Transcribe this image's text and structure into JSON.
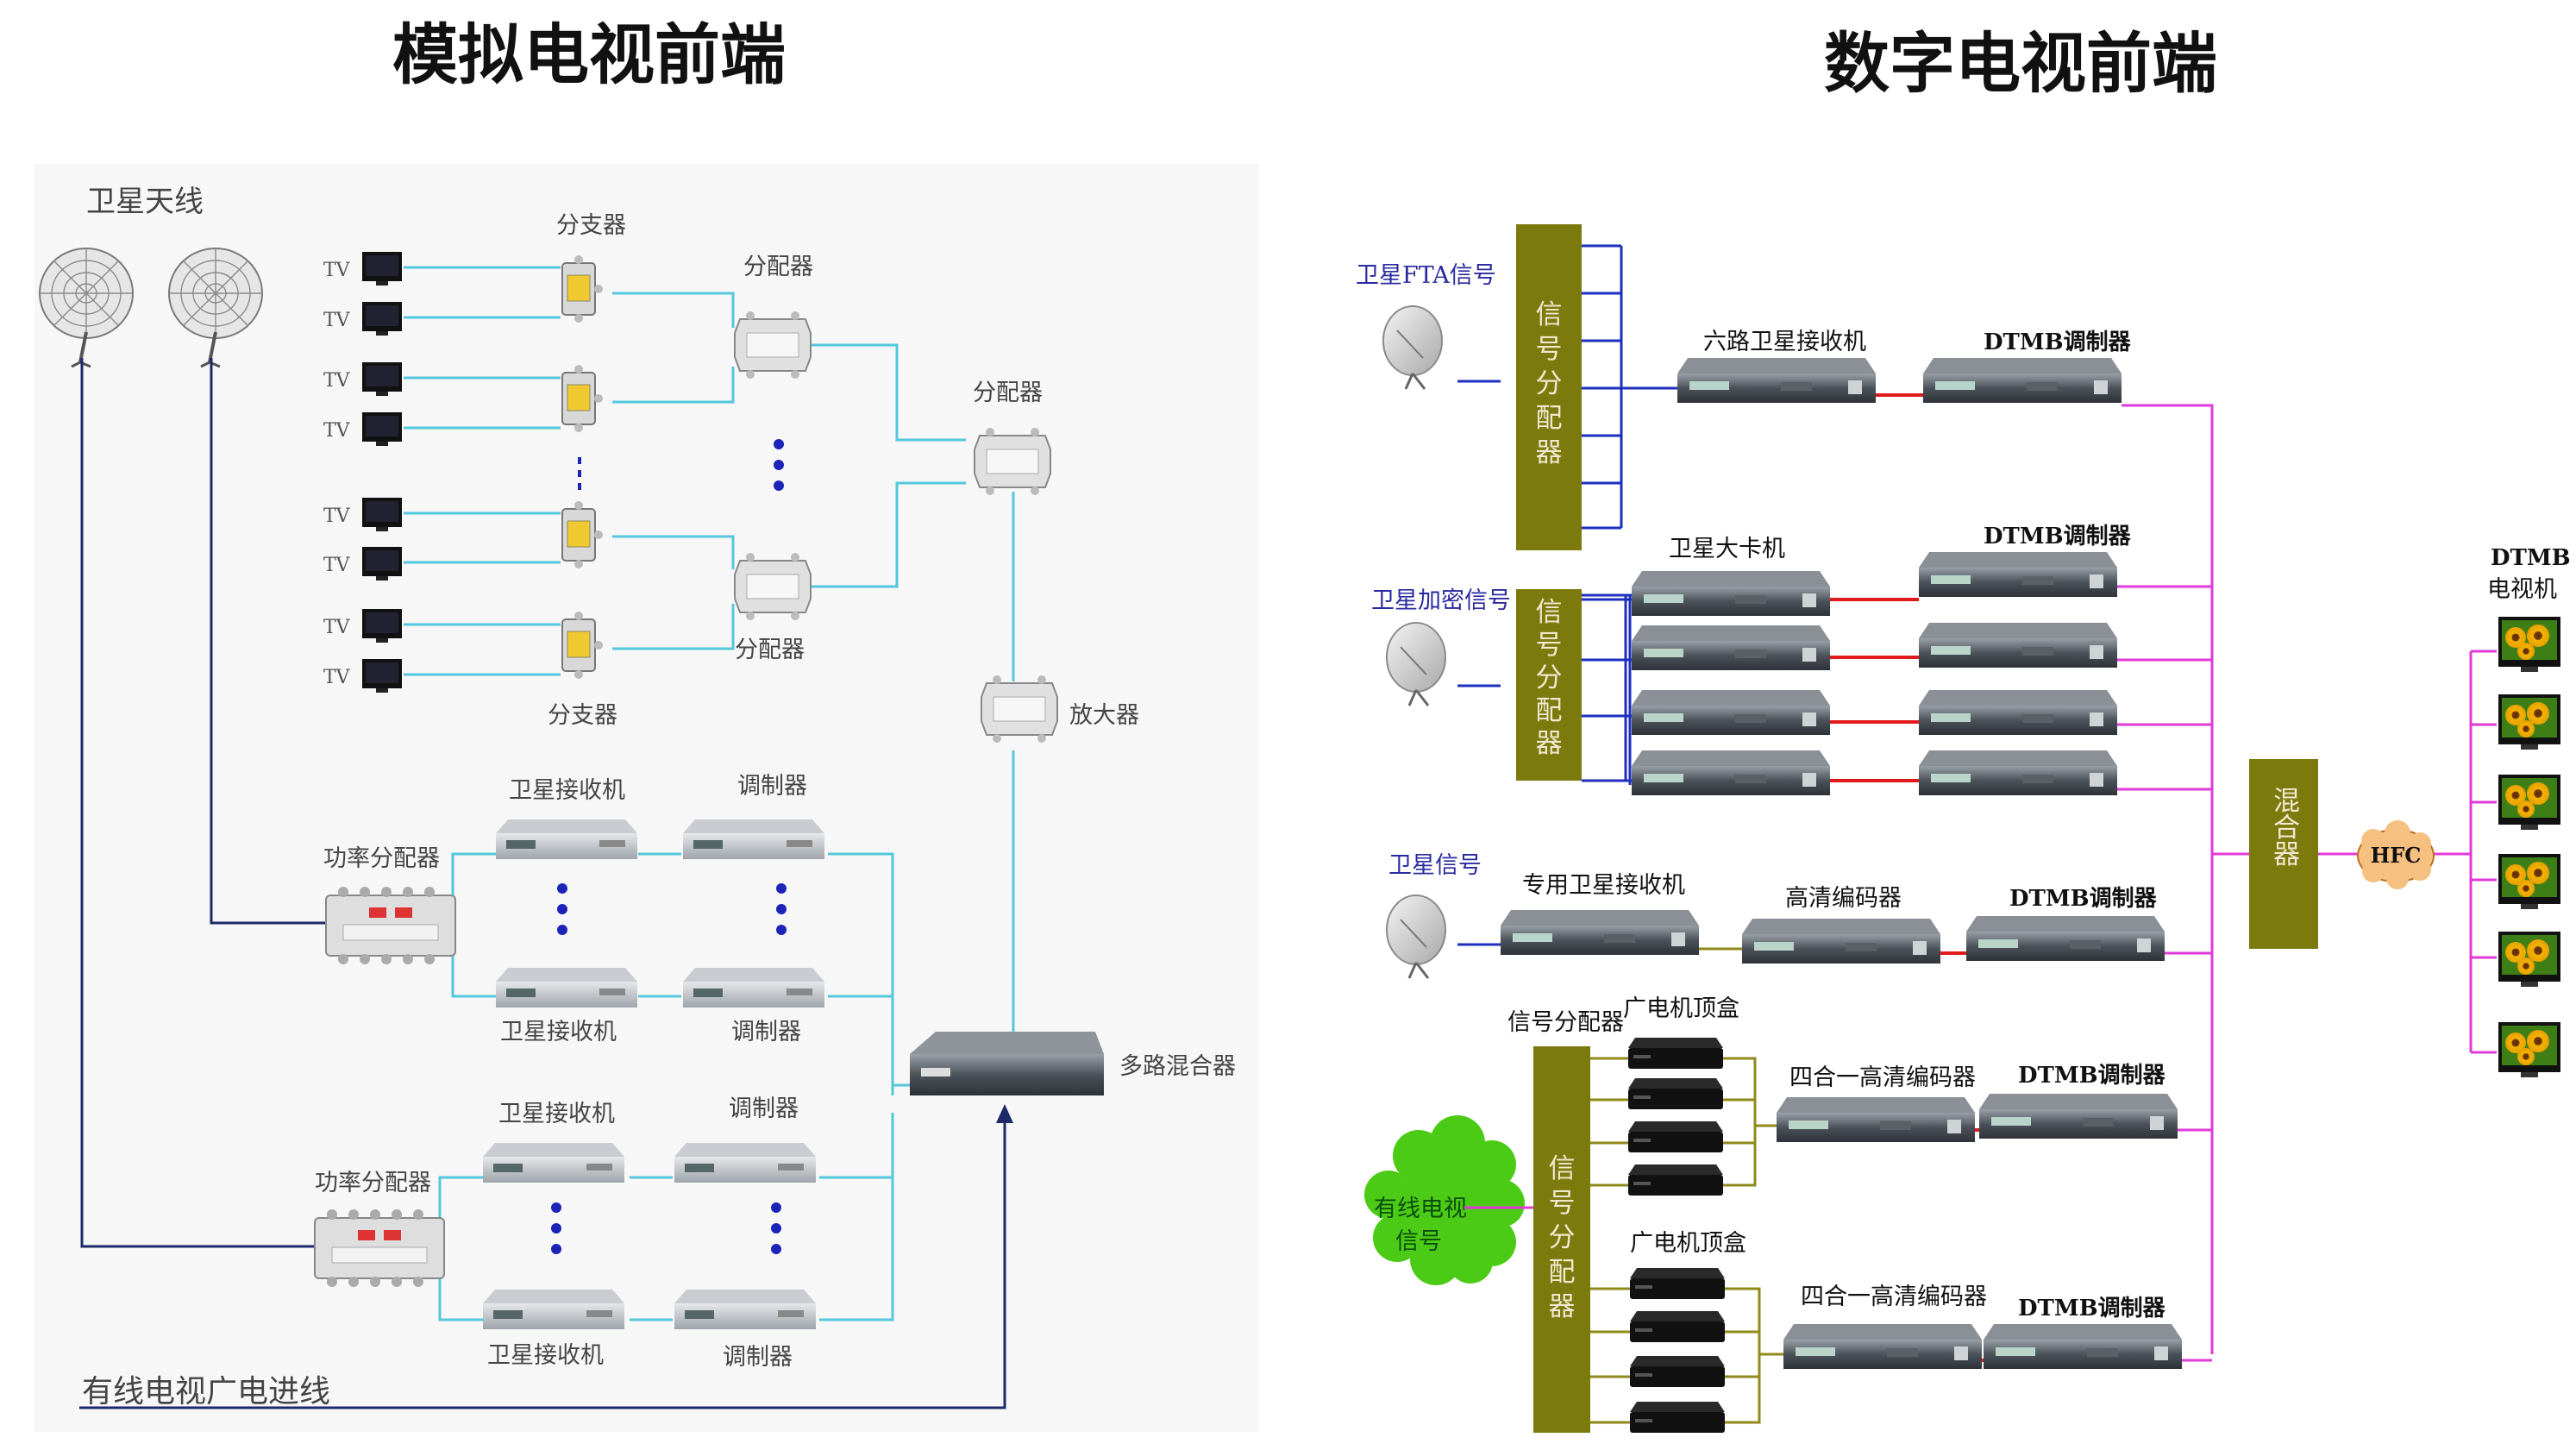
{
  "analog": {
    "title": "模拟电视前端",
    "satellite_antenna": "卫星天线",
    "tv": "TV",
    "tap_top": "分支器",
    "tap_bottom": "分支器",
    "splitter_top": "分配器",
    "splitter_bottom": "分配器",
    "splitter_right": "分配器",
    "amplifier": "放大器",
    "power_splitter_1": "功率分配器",
    "power_splitter_2": "功率分配器",
    "receiver_1_top": "卫星接收机",
    "receiver_1_bottom": "卫星接收机",
    "receiver_2_top": "卫星接收机",
    "receiver_2_bottom": "卫星接收机",
    "modulator_1_top": "调制器",
    "modulator_1_bottom": "调制器",
    "modulator_2_top": "调制器",
    "modulator_2_bottom": "调制器",
    "combiner": "多路混合器",
    "cable_in": "有线电视广电进线"
  },
  "digital": {
    "title": "数字电视前端",
    "sat_fta": "卫星FTA信号",
    "sat_encrypted": "卫星加密信号",
    "sat_signal": "卫星信号",
    "cable_signal": "有线电视信号",
    "splitter_box": "信号分配器",
    "splitter_box_label": "信号分配器",
    "six_way_receiver": "六路卫星接收机",
    "dtmb_modulator": "DTMB调制器",
    "sat_card_receiver": "卫星大卡机",
    "dedicated_receiver": "专用卫星接收机",
    "hd_encoder": "高清编码器",
    "stb_1": "广电机顶盒",
    "stb_2": "广电机顶盒",
    "four_in_one_1": "四合一高清编码器",
    "four_in_one_2": "四合一高清编码器",
    "mixer": "混合器",
    "hfc": "HFC",
    "dtmb_tv_line1": "DTMB",
    "dtmb_tv_line2": "电视机"
  },
  "colors": {
    "olive": "#7c7a0c",
    "cyan": "#53c7dc",
    "navy": "#1c2a6a",
    "blue": "#1e2fbf",
    "red": "#e01a1a",
    "magenta": "#e23ad8",
    "yellow_olive": "#8f8a1a"
  }
}
